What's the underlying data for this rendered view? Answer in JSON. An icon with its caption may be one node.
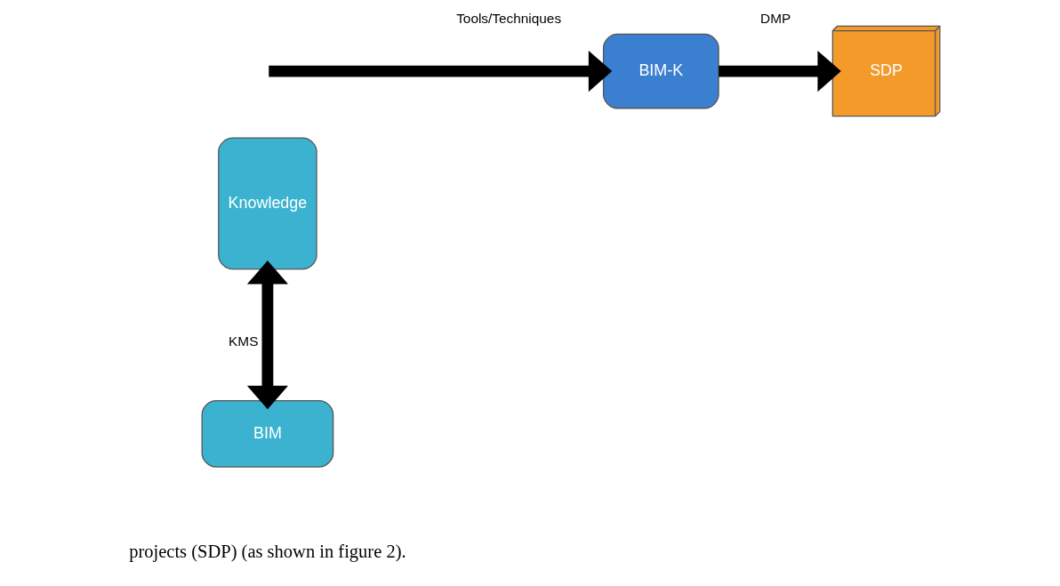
{
  "diagram": {
    "nodes": [
      {
        "text": [
          "Knowledge"
        ]
      },
      {
        "text": [
          "BIM"
        ]
      },
      {
        "text": [
          "BIM-K"
        ]
      },
      {
        "text": [
          "SDP"
        ]
      }
    ],
    "edges": [
      {
        "from": 0,
        "to": 1,
        "arrow": "both",
        "label": "KMS"
      },
      {
        "from": null,
        "to": 2,
        "arrow": "to",
        "label": "Tools/Techniques"
      },
      {
        "from": 2,
        "to": 3,
        "arrow": "to",
        "label": "DMP"
      }
    ],
    "labels": [
      "projects (SDP) (as shown in figure 2)."
    ]
  }
}
